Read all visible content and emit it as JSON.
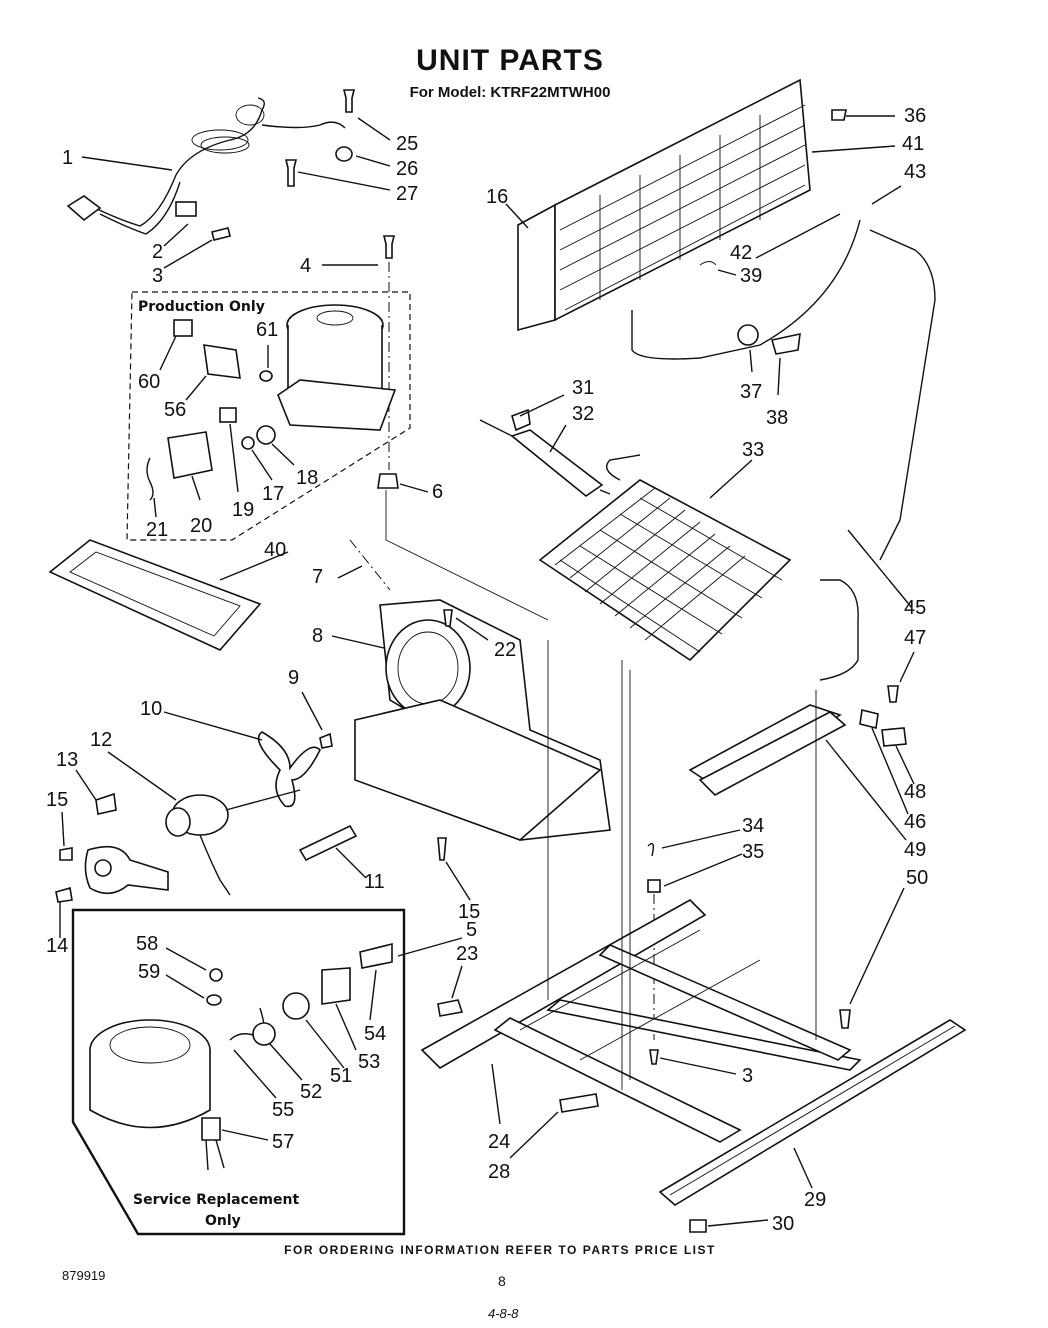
{
  "title": "UNIT PARTS",
  "model_line": "For Model: KTRF22MTWH00",
  "boxes": {
    "production_label": "Production Only",
    "service_label_line1": "Service Replacement",
    "service_label_line2": "Only"
  },
  "footer_note": "FOR ORDERING INFORMATION REFER TO PARTS PRICE LIST",
  "doc_number": "879919",
  "page_number": "8",
  "handwritten_mark": "4-8-8",
  "callouts": [
    "1",
    "2",
    "3",
    "25",
    "26",
    "27",
    "4",
    "60",
    "61",
    "56",
    "18",
    "17",
    "19",
    "20",
    "21",
    "40",
    "6",
    "36",
    "41",
    "43",
    "16",
    "42",
    "39",
    "37",
    "38",
    "31",
    "32",
    "33",
    "7",
    "8",
    "22",
    "9",
    "10",
    "12",
    "13",
    "15",
    "14",
    "11",
    "15",
    "45",
    "47",
    "48",
    "46",
    "49",
    "34",
    "35",
    "50",
    "58",
    "59",
    "5",
    "23",
    "54",
    "53",
    "51",
    "52",
    "55",
    "57",
    "24",
    "28",
    "3",
    "29",
    "30"
  ]
}
